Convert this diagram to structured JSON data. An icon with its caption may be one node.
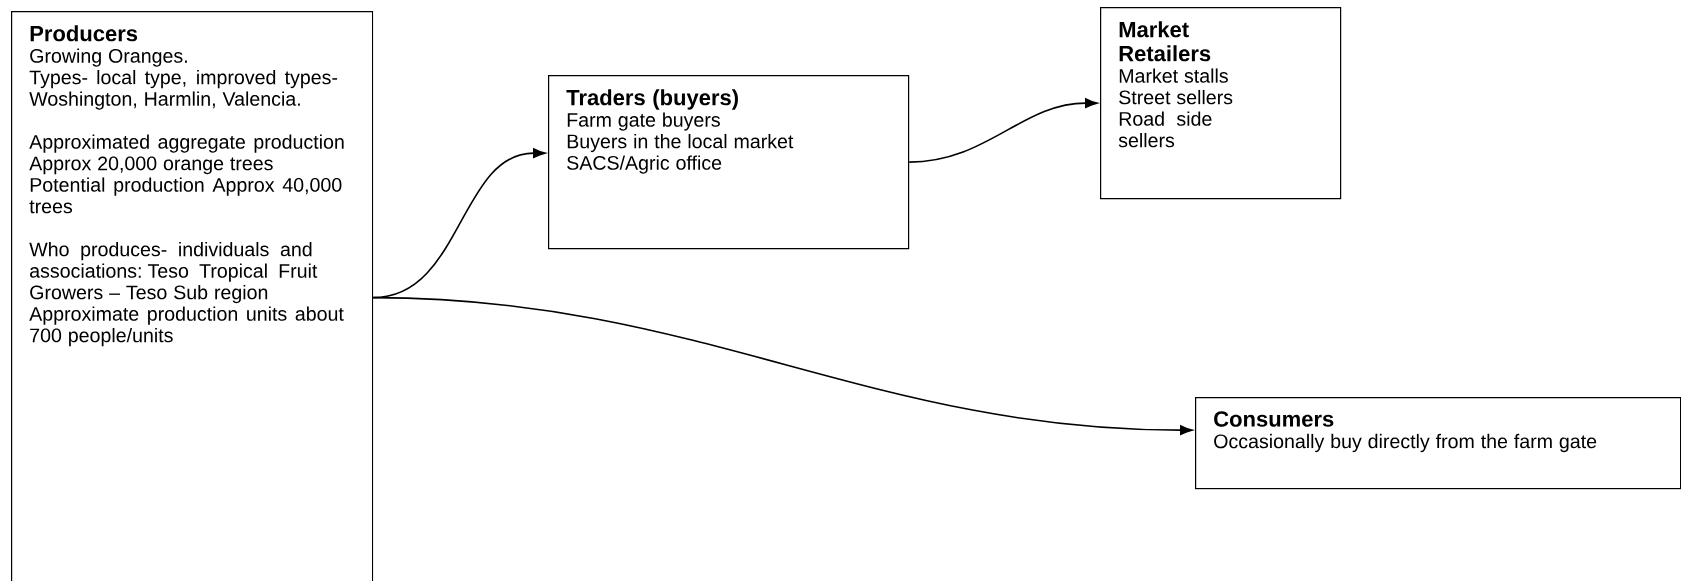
{
  "diagram": {
    "nodes": [
      {
        "text": [
          "Producers",
          "Growing Oranges.",
          "Types- local type, improved types- Woshington, Harmlin, Valencia.",
          "Approximated aggregate production Approx 20,000 orange trees",
          "Potential production Approx 40,000 trees",
          "Who produces- individuals and associations: Teso Tropical Fruit Growers – Teso Sub region",
          "Approximate production units about 700 people/units"
        ]
      },
      {
        "text": [
          "Traders (buyers)",
          "Farm gate buyers",
          "Buyers in the local market",
          "SACS/Agric office"
        ]
      },
      {
        "text": [
          "Market Retailers",
          "Market stalls",
          "Street sellers",
          "Road side sellers"
        ]
      },
      {
        "text": [
          "Consumers",
          "Occasionally buy directly from the farm gate"
        ]
      }
    ],
    "edges": [
      {
        "from": 0,
        "to": 1,
        "arrow": "to"
      },
      {
        "from": 1,
        "to": 2,
        "arrow": "to"
      },
      {
        "from": 0,
        "to": 3,
        "arrow": "to"
      }
    ]
  }
}
